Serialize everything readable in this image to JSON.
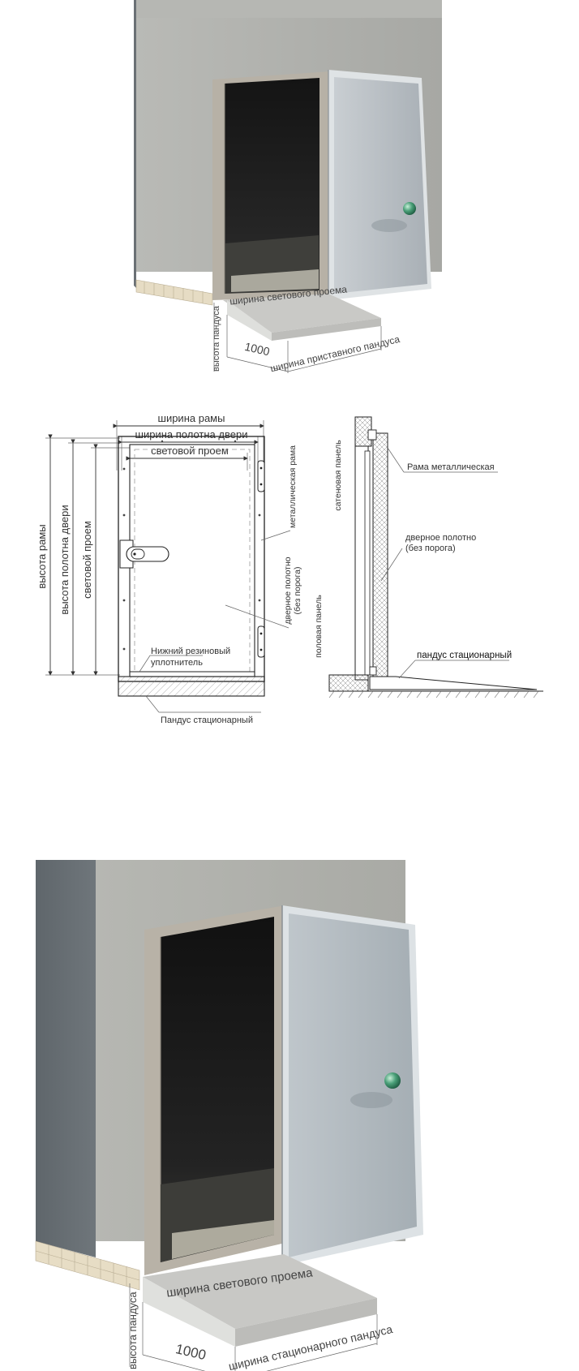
{
  "figure_1": {
    "clear_opening_width": "ширина светового проема",
    "ramp_height": "высота пандуса",
    "ramp_depth": "1000",
    "attached_ramp_width": "ширина приставного пандуса"
  },
  "figure_2": {
    "front_view": {
      "frame_width": "ширина рамы",
      "door_leaf_width": "ширина полотна двери",
      "clear_opening": "световой проем",
      "frame_height": "высота рамы",
      "door_leaf_height": "высота полотна двери",
      "clear_opening_height": "световой проем",
      "metal_frame": "металлическая рама",
      "door_leaf_line1": "дверное полотно",
      "door_leaf_line2": "(без порога)",
      "bottom_seal_line1": "Нижний резиновый",
      "bottom_seal_line2": "уплотнитель",
      "fixed_ramp": "Пандус стационарный"
    },
    "section_view": {
      "wall_panel": "сатеновая панель",
      "metal_frame": "Рама металлическая",
      "door_leaf_line1": "дверное полотно",
      "door_leaf_line2": "(без порога)",
      "floor_panel": "половая панель",
      "fixed_ramp": "пандус стационарный"
    }
  },
  "figure_3": {
    "clear_opening_width": "ширина светового проема",
    "ramp_height": "высота пандуса",
    "ramp_depth": "1000",
    "fixed_ramp_width": "ширина стационарного пандуса"
  }
}
